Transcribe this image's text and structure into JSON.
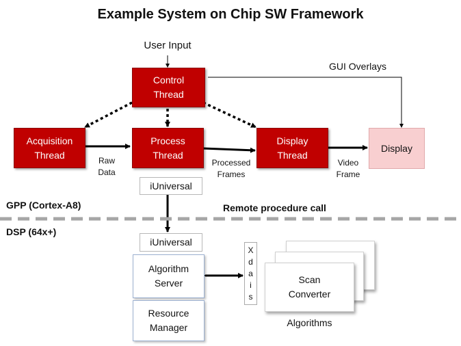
{
  "title": "Example System on Chip SW Framework",
  "user_input": "User Input",
  "gui_overlays": "GUI  Overlays",
  "boxes": {
    "control": [
      "Control",
      "Thread"
    ],
    "acquisition": [
      "Acquisition",
      "Thread"
    ],
    "process": [
      "Process",
      "Thread"
    ],
    "display_thread": [
      "Display",
      "Thread"
    ],
    "display": "Display",
    "iuniversal_top": "iUniversal",
    "iuniversal_bottom": "iUniversal",
    "algorithm_server": [
      "Algorithm",
      "Server"
    ],
    "resource_manager": [
      "Resource",
      "Manager"
    ],
    "scan_converter": [
      "Scan",
      "Converter"
    ]
  },
  "labels": {
    "raw_data": [
      "Raw",
      "Data"
    ],
    "processed_frames": [
      "Processed",
      "Frames"
    ],
    "video_frame": [
      "Video",
      "Frame"
    ],
    "gpp": "GPP (Cortex-A8)",
    "dsp": "DSP (64x+)",
    "rpc": "Remote  procedure  call",
    "algorithms": "Algorithms"
  },
  "xdais": [
    "X",
    "d",
    "a",
    "i",
    "s"
  ],
  "colors": {
    "thread_red": "#c00000",
    "display_pink": "#f8cfd0",
    "divider_gray": "#a6a6a6"
  }
}
